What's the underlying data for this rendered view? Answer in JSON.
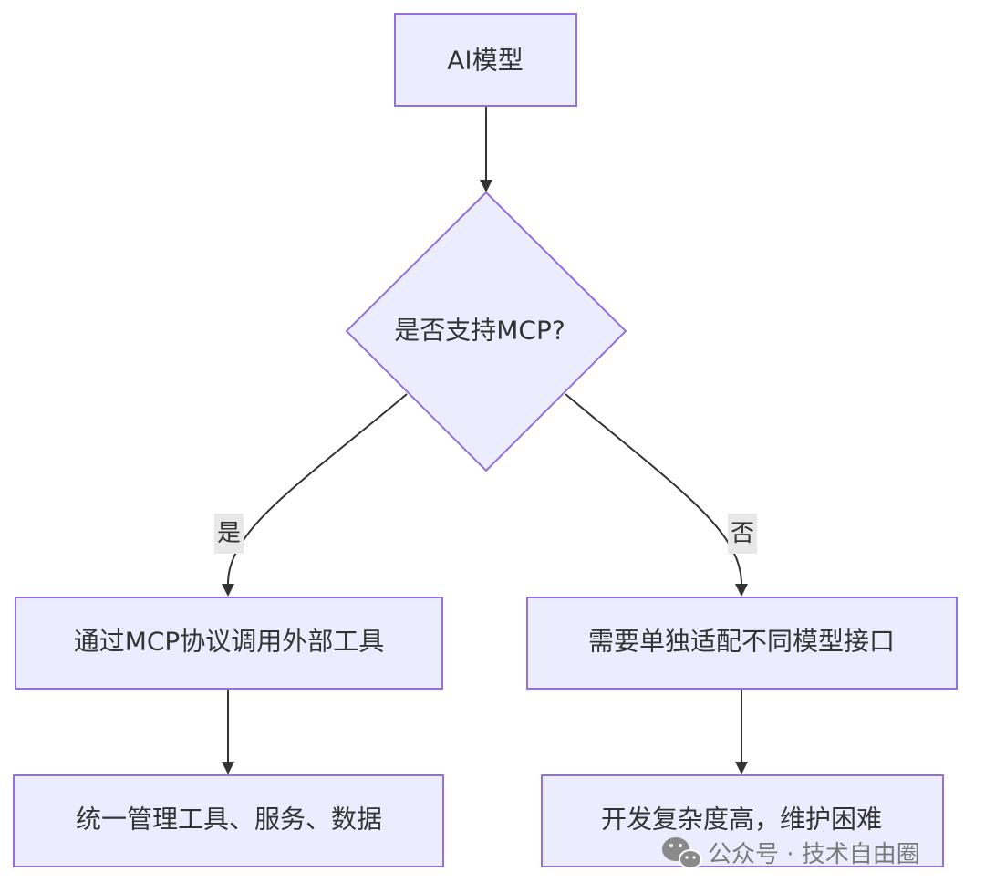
{
  "diagram": {
    "nodes": {
      "ai_model": "AI模型",
      "decision": "是否支持MCP?",
      "left_box": "通过MCP协议调用外部工具",
      "right_box": "需要单独适配不同模型接口",
      "left_bottom": "统一管理工具、服务、数据",
      "right_bottom": "开发复杂度高，维护困难"
    },
    "edge_labels": {
      "yes": "是",
      "no": "否"
    },
    "colors": {
      "node_fill": "#ECECFF",
      "node_stroke": "#9370DB",
      "edge": "#333333",
      "edge_label_bg": "#E8E8E8"
    }
  },
  "watermark": {
    "icon": "wechat-icon",
    "text": "公众号 · 技术自由圈"
  }
}
